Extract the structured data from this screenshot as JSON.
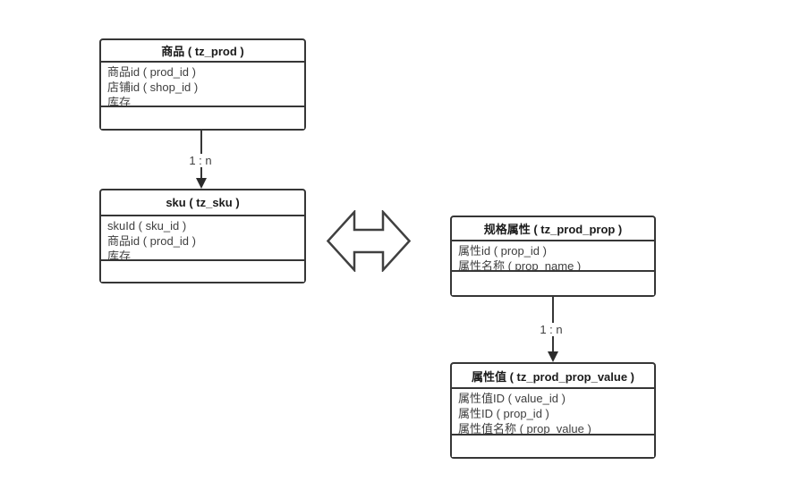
{
  "diagram": {
    "kind": "entity-relationship",
    "background": "#ffffff",
    "colors": {
      "table_border": "#363636",
      "field_text": "#3f3f3f",
      "header_text": "#1b1b1b",
      "connector": "#363636",
      "double_arrow_stroke": "#404040"
    },
    "tables": [
      {
        "id": "tz_prod",
        "title": "商品 ( tz_prod )",
        "fields": [
          "商品id ( prod_id )",
          "店铺id ( shop_id )",
          "库存"
        ]
      },
      {
        "id": "tz_sku",
        "title": "sku ( tz_sku )",
        "fields": [
          "skuId ( sku_id )",
          "商品id ( prod_id )",
          "库存"
        ]
      },
      {
        "id": "tz_prod_prop",
        "title": "规格属性 ( tz_prod_prop )",
        "fields": [
          "属性id ( prop_id )",
          "属性名称 ( prop_name )"
        ]
      },
      {
        "id": "tz_prod_prop_value",
        "title": "属性值 ( tz_prod_prop_value )",
        "fields": [
          "属性值ID ( value_id )",
          "属性ID ( prop_id )",
          "属性值名称 ( prop_value )"
        ]
      }
    ],
    "connectors": [
      {
        "from": "tz_prod",
        "to": "tz_sku",
        "label": "1 : n"
      },
      {
        "from": "tz_prod_prop",
        "to": "tz_prod_prop_value",
        "label": "1 : n"
      }
    ],
    "symbols": [
      {
        "name": "double-horizontal-arrow",
        "meaning": "relation between prod/sku group and prop group"
      }
    ]
  }
}
